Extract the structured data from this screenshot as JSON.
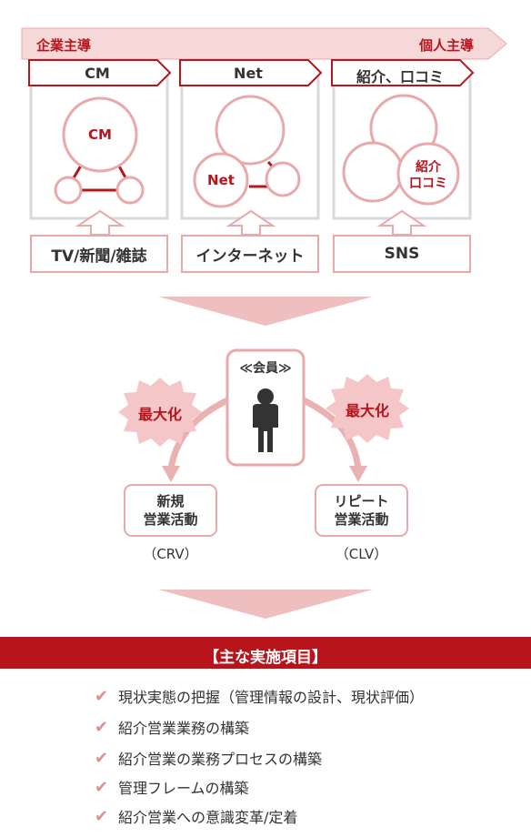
{
  "top_arrow": {
    "left": "企業主導",
    "right": "個人主導"
  },
  "columns": [
    {
      "header": "CM",
      "circle_main": "CM",
      "source": "TV/新聞/雑誌"
    },
    {
      "header": "Net",
      "circle_main": "Net",
      "source": "インターネット"
    },
    {
      "header": "紹介、口コミ",
      "circle_main": "紹介\n口コミ",
      "source": "SNS"
    }
  ],
  "member": {
    "label": "≪会員≫"
  },
  "maximize": {
    "left": "最大化",
    "right": "最大化"
  },
  "activities": [
    {
      "label": "新規\n営業活動",
      "metric": "（CRV）"
    },
    {
      "label": "リピート\n営業活動",
      "metric": "（CLV）"
    }
  ],
  "main_items": {
    "title": "【主な実施項目】",
    "items": [
      "現状実態の把握（管理情報の設計、現状評価）",
      "紹介営業業務の構築",
      "紹介営業の業務プロセスの構築",
      "管理フレームの構築",
      "紹介営業への意識変革/定着"
    ]
  },
  "colors": {
    "dark_red": "#b7141c",
    "pink": "#e9a9ab",
    "light_pink": "#f6d8d9",
    "grey": "#d9d9d9"
  }
}
